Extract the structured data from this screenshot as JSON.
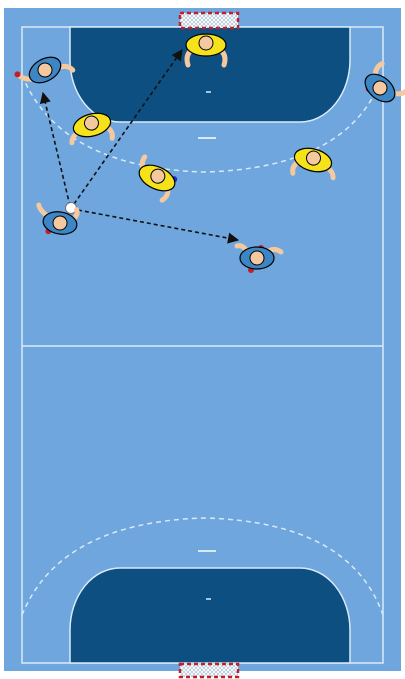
{
  "diagram": {
    "type": "handball-tactic-board",
    "colors": {
      "court": "#6FA6DD",
      "goal_area": "#0E4F82",
      "lines": "#D9EAF7",
      "net_red": "#C0202A",
      "attacker_shirt": "#3D86C6",
      "defender_shirt": "#F6E21A",
      "skin": "#F4C9A0",
      "arrow": "#111111"
    },
    "team_attack": {
      "label": "",
      "players": [
        "left-wing",
        "left-back",
        "right-wing-cutting",
        "right-wing"
      ]
    },
    "team_defense": {
      "label": "",
      "players": [
        "goalkeeper",
        "defender-left",
        "defender-center",
        "defender-right"
      ]
    },
    "passes": [
      "back-to-wing",
      "back-to-goal-area",
      "back-to-right"
    ]
  }
}
